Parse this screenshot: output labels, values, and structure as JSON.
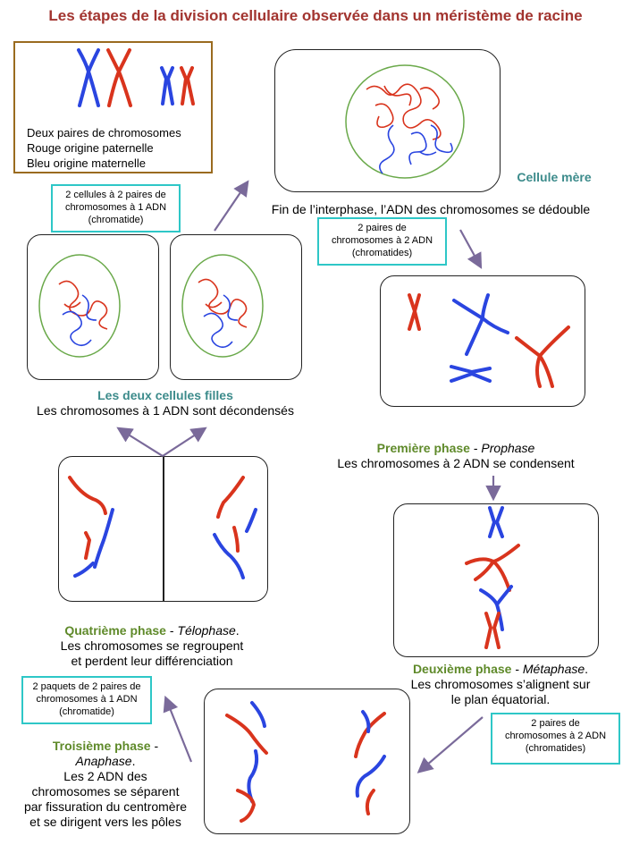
{
  "title": "Les étapes de la division cellulaire observée dans un méristème de racine",
  "legend": {
    "line1": "Deux paires de chromosomes",
    "line2": "Rouge origine paternelle",
    "line3": "Bleu origine maternelle"
  },
  "colors": {
    "paternal": "#d9341d",
    "maternal": "#2a45e0",
    "phase_label": "#5f8a2a",
    "note_border": "#2ec7c7",
    "title": "#a2342f"
  },
  "mother_cell": {
    "label": "Cellule mère",
    "caption": "Fin de l’interphase, l’ADN des chromosomes se dédouble"
  },
  "notes": {
    "two_cells": {
      "l1": "2 cellules à 2 paires de",
      "l2": "chromosomes à 1 ADN",
      "l3": "(chromatide)"
    },
    "after_interphase": {
      "l1": "2 paires de",
      "l2": "chromosomes à 2 ADN",
      "l3": "(chromatides)"
    },
    "two_packets": {
      "l1": "2 paquets de 2 paires de",
      "l2": "chromosomes à 1 ADN",
      "l3": "(chromatide)"
    },
    "after_metaphase": {
      "l1": "2 paires de",
      "l2": "chromosomes  à 2 ADN",
      "l3": "(chromatides)"
    }
  },
  "daughters": {
    "title": "Les deux cellules filles",
    "caption": "Les chromosomes à 1 ADN sont décondensés"
  },
  "prophase": {
    "name": "Première phase",
    "sep": " - ",
    "latin": "Prophase",
    "caption": "Les chromosomes à 2 ADN se condensent"
  },
  "metaphase": {
    "name": "Deuxième phase",
    "sep": " - ",
    "latin": "Métaphase",
    "end": ".",
    "l2": "Les chromosomes s’alignent sur",
    "l3": "le plan équatorial."
  },
  "anaphase": {
    "name": "Troisième phase",
    "sep": " -",
    "latin": "Anaphase",
    "end": ".",
    "l3": "Les 2 ADN des",
    "l4": "chromosomes se séparent",
    "l5": "par fissuration du centromère",
    "l6": "et se dirigent vers les pôles"
  },
  "telophase": {
    "name": "Quatrième phase",
    "sep": " - ",
    "latin": "Télophase",
    "end": ".",
    "l2": "Les chromosomes se regroupent",
    "l3": "et perdent leur différenciation"
  }
}
